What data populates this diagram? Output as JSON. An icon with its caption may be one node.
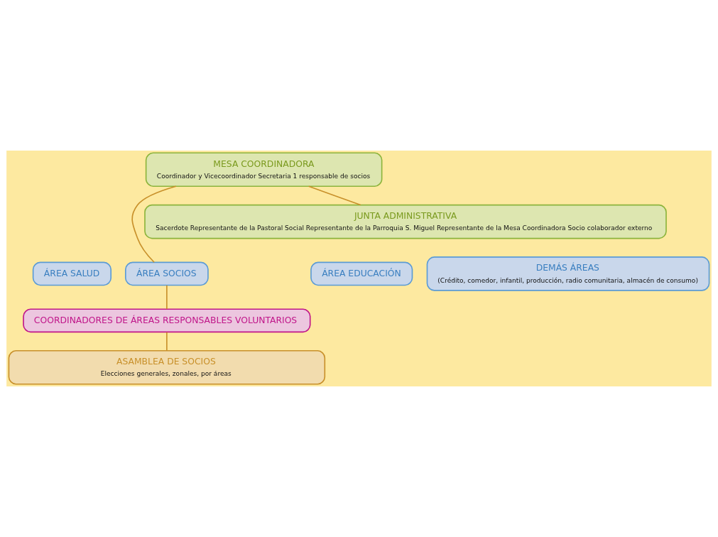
{
  "diagram": {
    "nodes": [
      {
        "text": [
          "MESA COORDINADORA",
          "Coordinador y Vicecoordinador Secretaria 1 responsable de socios"
        ]
      },
      {
        "text": [
          "JUNTA ADMINISTRATIVA",
          "Sacerdote Representante de la Pastoral Social Representante de la Parroquia S. Miguel Representante de la Mesa Coordinadora Socio colaborador externo"
        ]
      },
      {
        "text": [
          "ÁREA SALUD"
        ]
      },
      {
        "text": [
          "ÁREA SOCIOS"
        ]
      },
      {
        "text": [
          "ÁREA EDUCACIÓN"
        ]
      },
      {
        "text": [
          "DEMÁS ÁREAS",
          "(Crédito, comedor, infantil, producción, radio comunitaria, almacén de consumo)"
        ]
      },
      {
        "text": [
          "COORDINADORES DE ÁREAS RESPONSABLES VOLUNTARIOS"
        ]
      },
      {
        "text": [
          "ASAMBLEA DE SOCIOS",
          "Elecciones generales, zonales, por áreas"
        ]
      }
    ],
    "edges": [
      {
        "from": 0,
        "to": 1,
        "arrow": "none"
      },
      {
        "from": 0,
        "to": 3,
        "arrow": "none"
      },
      {
        "from": 3,
        "to": 6,
        "arrow": "none"
      },
      {
        "from": 6,
        "to": 7,
        "arrow": "none"
      }
    ]
  }
}
